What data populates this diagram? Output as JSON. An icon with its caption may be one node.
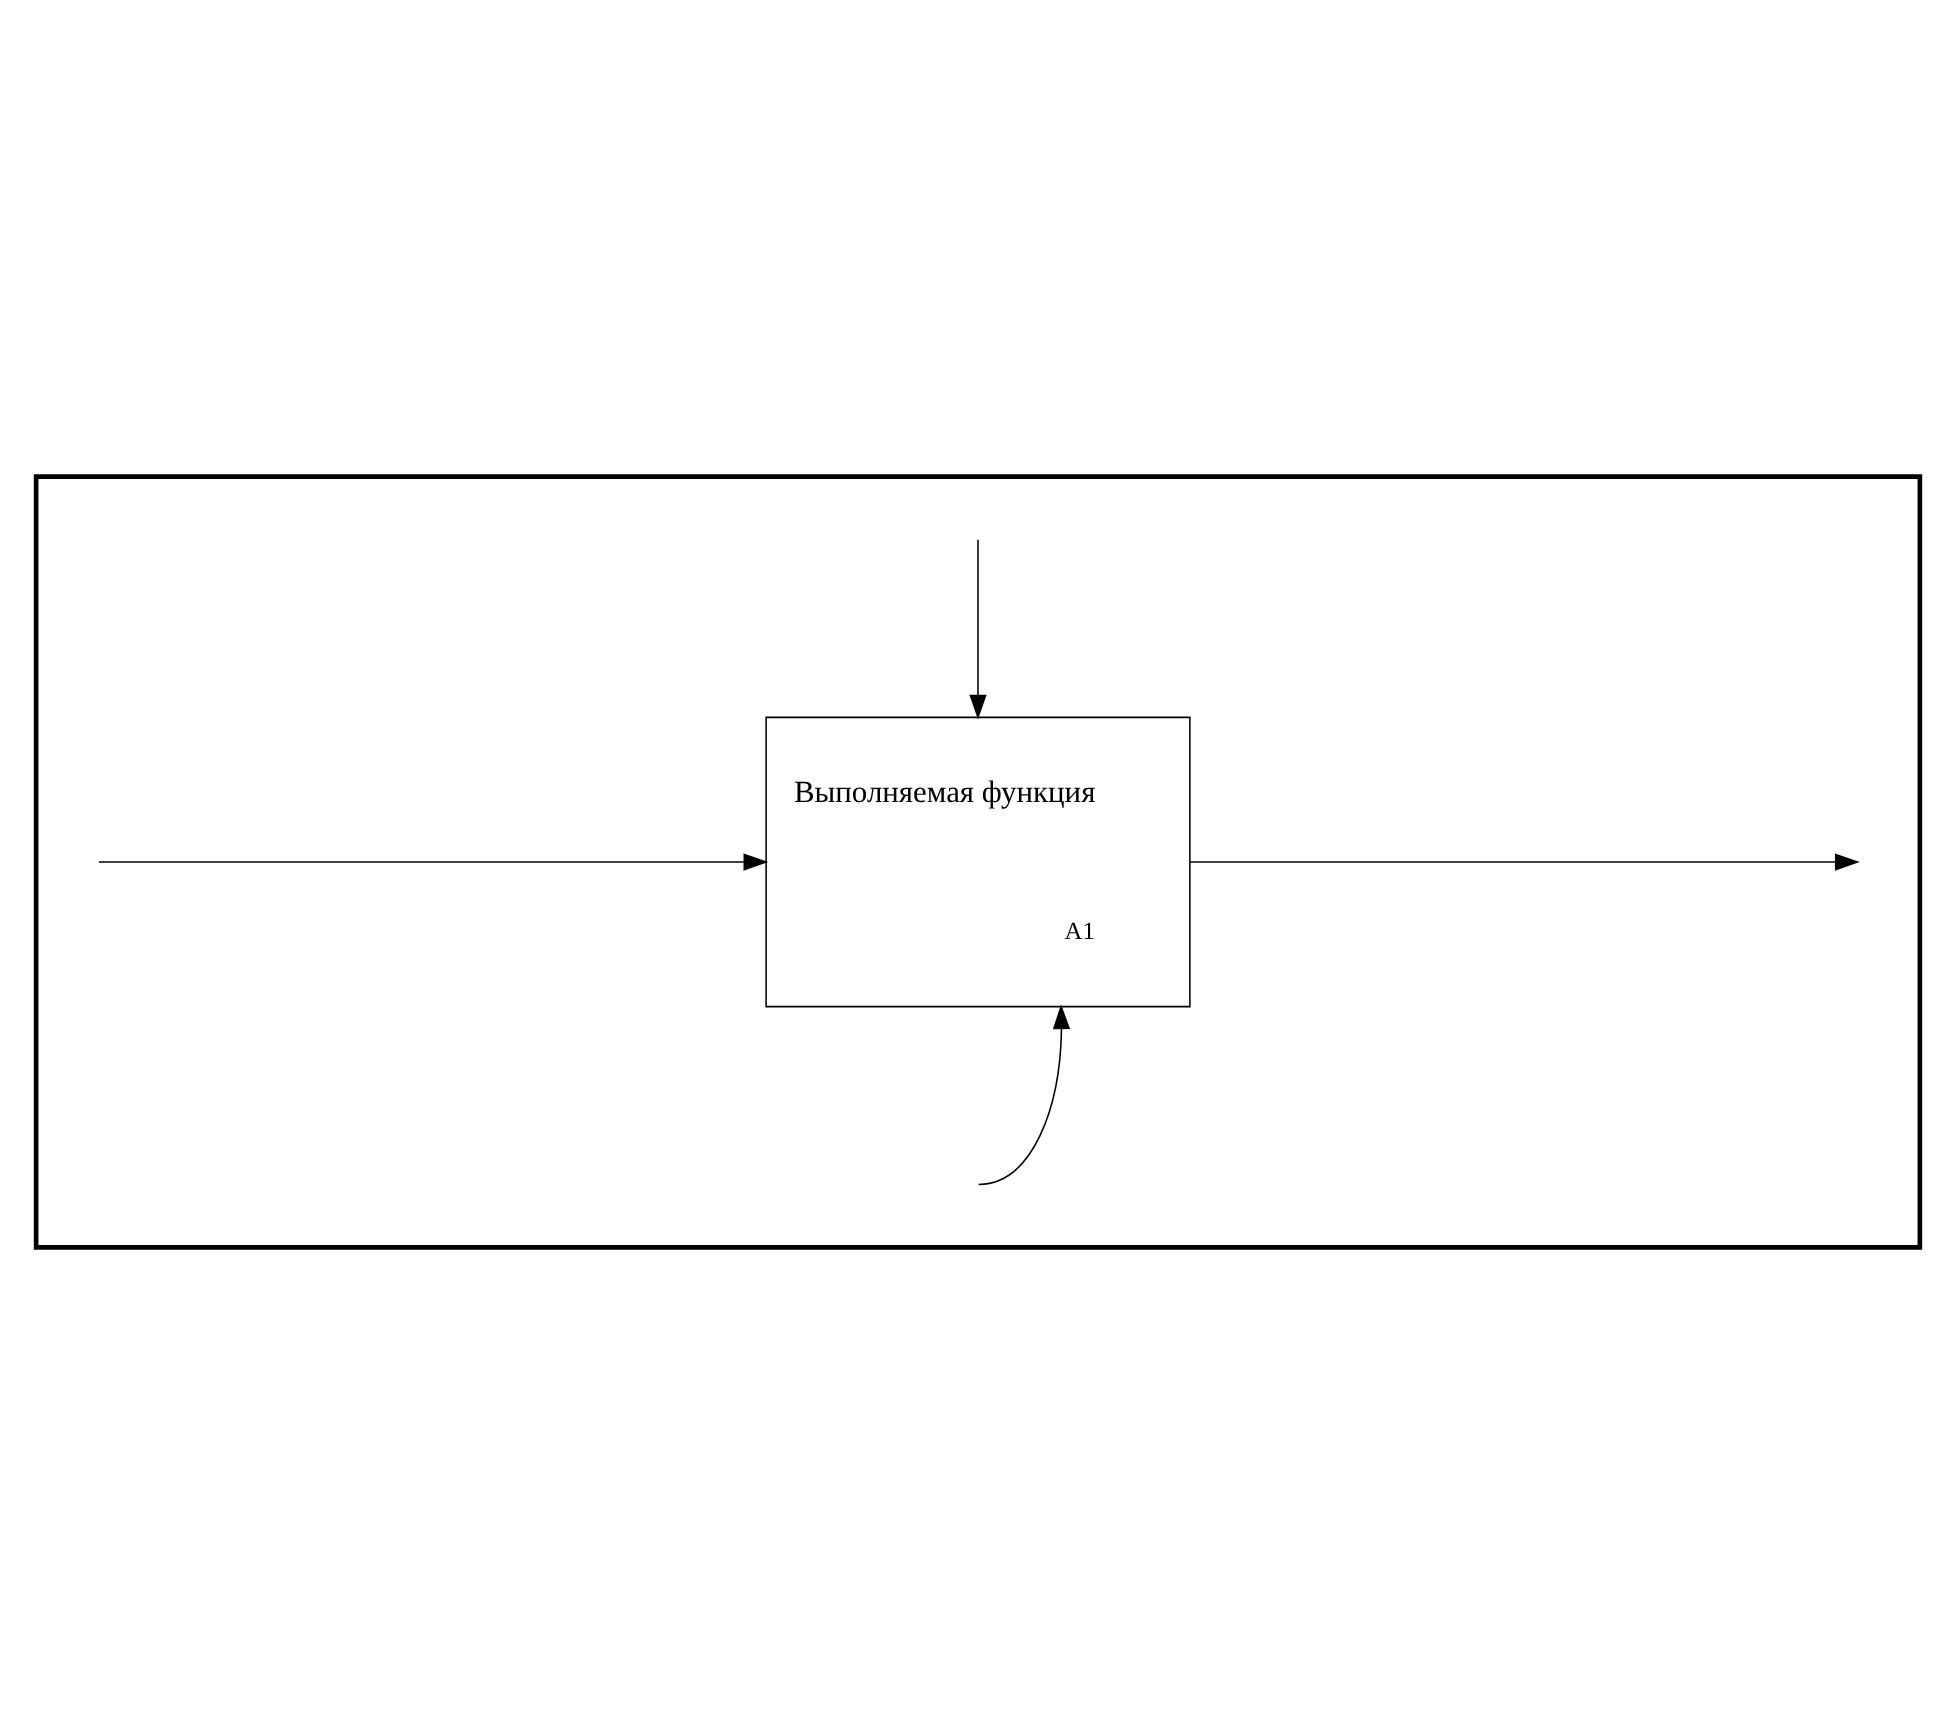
{
  "diagram": {
    "nodes": [
      {
        "text": [],
        "shape": "box"
      },
      {
        "text": [
          "Выполняемая функция",
          "A1"
        ],
        "in": 0
      }
    ],
    "edges": [
      {
        "from": 1,
        "to": null,
        "arrow": "to"
      },
      {
        "from": null,
        "to": 1,
        "arrow": "to"
      },
      {
        "from": null,
        "to": 1,
        "arrow": "to"
      },
      {
        "from": null,
        "to": 1,
        "arrow": "to"
      }
    ]
  }
}
